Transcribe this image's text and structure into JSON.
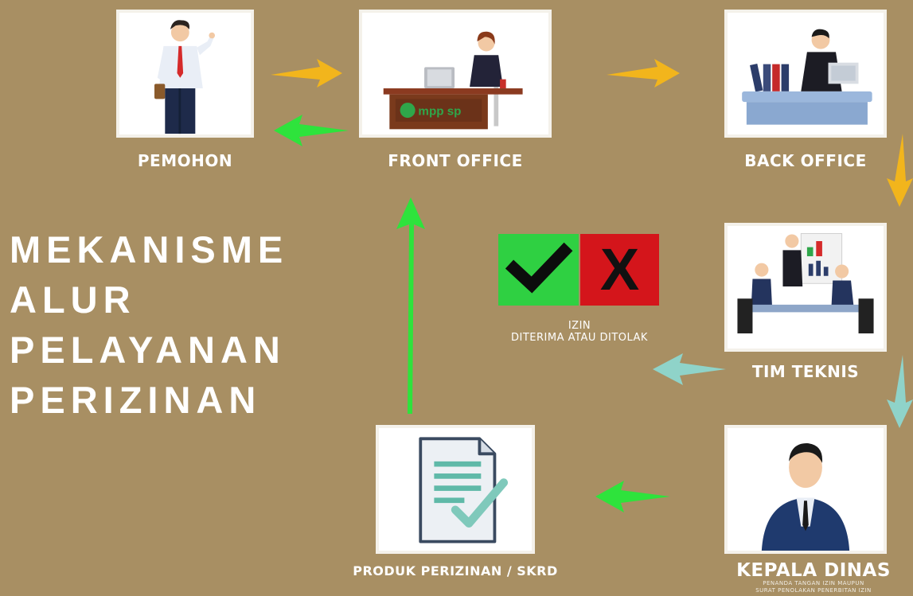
{
  "title": {
    "line1": "MEKANISME",
    "line2": "ALUR",
    "line3": "PELAYANAN",
    "line4": "PERIZINAN"
  },
  "nodes": {
    "pemohon": "PEMOHON",
    "front_office": "FRONT OFFICE",
    "front_office_logo": "mpp sp",
    "back_office": "BACK OFFICE",
    "tim_teknis": "TIM TEKNIS",
    "kepala_dinas": "KEPALA DINAS",
    "kepala_dinas_sub_1": "PENANDA TANGAN IZIN MAUPUN",
    "kepala_dinas_sub_2": "SURAT PENOLAKAN PENERBITAN IZIN",
    "produk": "PRODUK PERIZINAN / SKRD"
  },
  "decision": {
    "line1": "IZIN",
    "line2": "DITERIMA ATAU DITOLAK",
    "reject_mark": "X"
  },
  "colors": {
    "background": "#a88f63",
    "arrow_yellow": "#f2b51c",
    "arrow_green": "#2ee33c",
    "arrow_teal": "#8fd3c9",
    "accept_green": "#2fd042",
    "reject_red": "#d4151b"
  }
}
